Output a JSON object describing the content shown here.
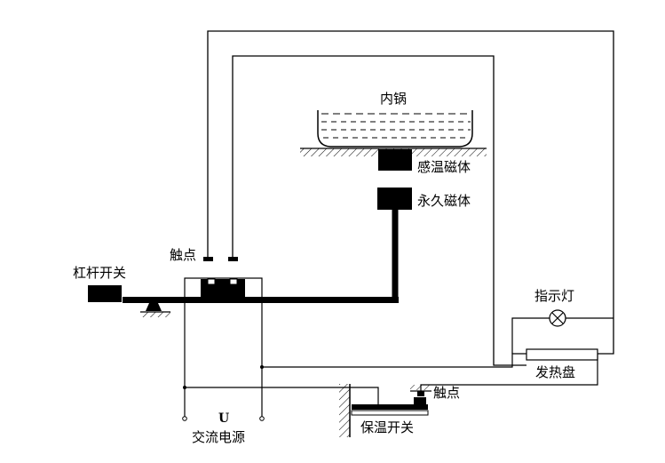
{
  "labels": {
    "pot": "内锅",
    "sensing_magnet": "感温磁体",
    "permanent_magnet": "永久磁体",
    "contact_top": "触点",
    "lever_switch": "杠杆开关",
    "indicator_lamp": "指示灯",
    "heating_plate": "发热盘",
    "contact_right": "触点",
    "keep_warm_switch": "保温开关",
    "voltage_symbol": "U",
    "ac_source": "交流电源"
  }
}
